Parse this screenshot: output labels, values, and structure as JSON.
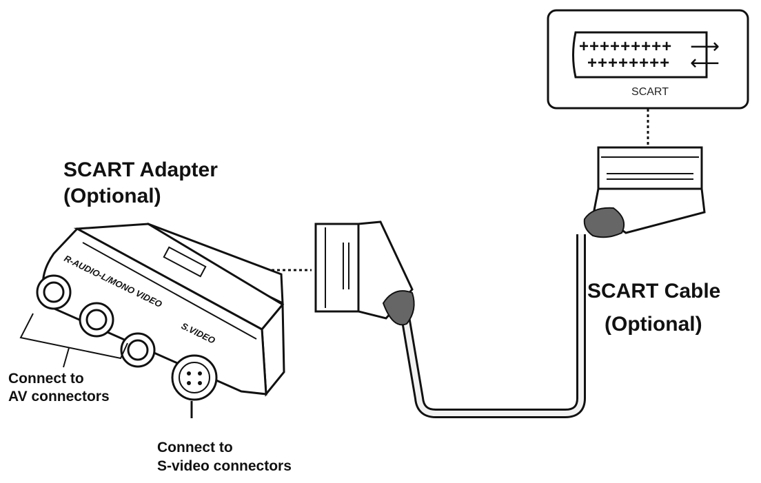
{
  "labels": {
    "adapter_title": "SCART Adapter",
    "adapter_optional": "(Optional)",
    "cable_title": "SCART Cable",
    "cable_optional": "(Optional)",
    "av_line1": "Connect to",
    "av_line2": "AV connectors",
    "svideo_line1": "Connect to",
    "svideo_line2": "S-video connectors"
  },
  "port_panel": {
    "label": "SCART",
    "pin_row_top": "+++++++++",
    "pin_row_bottom": "++++++++",
    "arrow_right": "⟶",
    "arrow_left": "⟵"
  },
  "adapter_markings": {
    "audio_video": "R-AUDIO-L/MONO VIDEO",
    "svideo": "S.VIDEO"
  }
}
